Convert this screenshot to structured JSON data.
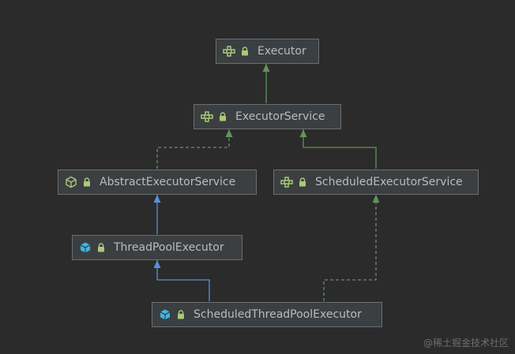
{
  "nodes": {
    "executor": {
      "label": "Executor",
      "kind": "interface"
    },
    "executor_service": {
      "label": "ExecutorService",
      "kind": "interface"
    },
    "abstract_executor_service": {
      "label": "AbstractExecutorService",
      "kind": "abstract-class"
    },
    "scheduled_executor_service": {
      "label": "ScheduledExecutorService",
      "kind": "interface"
    },
    "thread_pool_executor": {
      "label": "ThreadPoolExecutor",
      "kind": "class"
    },
    "scheduled_thread_pool_executor": {
      "label": "ScheduledThreadPoolExecutor",
      "kind": "class"
    }
  },
  "edges": [
    {
      "from": "executor_service",
      "to": "executor",
      "type": "extends-interface"
    },
    {
      "from": "abstract_executor_service",
      "to": "executor_service",
      "type": "implements"
    },
    {
      "from": "scheduled_executor_service",
      "to": "executor_service",
      "type": "extends-interface"
    },
    {
      "from": "thread_pool_executor",
      "to": "abstract_executor_service",
      "type": "extends-class"
    },
    {
      "from": "scheduled_thread_pool_executor",
      "to": "thread_pool_executor",
      "type": "extends-class"
    },
    {
      "from": "scheduled_thread_pool_executor",
      "to": "scheduled_executor_service",
      "type": "implements"
    }
  ],
  "colors": {
    "interface_arrow": "#62935a",
    "class_arrow": "#5591d6",
    "interface_icon": "#a9c97a",
    "class_icon": "#40b6e0",
    "lock": "#a9c97a"
  },
  "watermark": "@稀土掘金技术社区"
}
